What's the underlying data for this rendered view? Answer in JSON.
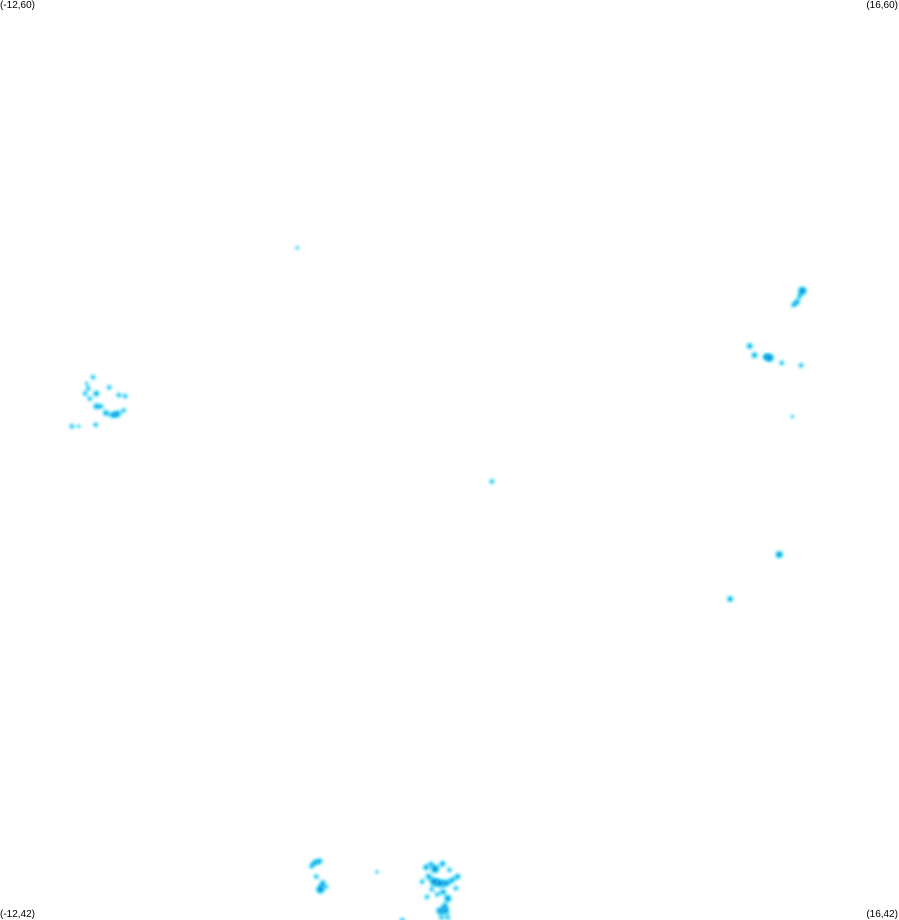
{
  "corners": {
    "top_left": "(-12,60)",
    "top_right": "(16,60)",
    "bottom_left": "(-12,42)",
    "bottom_right": "(16,42)"
  },
  "colors": {
    "background": "#ffffff",
    "low": "#aef4ff",
    "mid": "#3fd0f5",
    "high": "#0a8fd6"
  },
  "chart_data": {
    "type": "heatmap",
    "x_range": [
      -12,
      16
    ],
    "y_range": [
      42,
      60
    ],
    "points": [
      {
        "lon": -2.74,
        "lat": 55.15,
        "w": 1
      },
      {
        "lon": -9.1,
        "lat": 52.62,
        "w": 2
      },
      {
        "lon": -9.25,
        "lat": 52.4,
        "w": 2
      },
      {
        "lon": -9.0,
        "lat": 52.3,
        "w": 3
      },
      {
        "lon": -9.2,
        "lat": 52.2,
        "w": 2
      },
      {
        "lon": -9.35,
        "lat": 52.3,
        "w": 2
      },
      {
        "lon": -8.6,
        "lat": 52.42,
        "w": 2
      },
      {
        "lon": -8.3,
        "lat": 52.27,
        "w": 2
      },
      {
        "lon": -8.1,
        "lat": 52.25,
        "w": 2
      },
      {
        "lon": -9.0,
        "lat": 52.05,
        "w": 3
      },
      {
        "lon": -8.85,
        "lat": 52.05,
        "w": 2
      },
      {
        "lon": -8.7,
        "lat": 51.92,
        "w": 3
      },
      {
        "lon": -8.5,
        "lat": 51.88,
        "w": 3
      },
      {
        "lon": -8.35,
        "lat": 51.9,
        "w": 4
      },
      {
        "lon": -8.15,
        "lat": 51.97,
        "w": 2
      },
      {
        "lon": -9.02,
        "lat": 51.69,
        "w": 2
      },
      {
        "lon": -9.76,
        "lat": 51.66,
        "w": 2
      },
      {
        "lon": -9.55,
        "lat": 51.66,
        "w": 1
      },
      {
        "lon": -9.3,
        "lat": 52.5,
        "w": 1
      },
      {
        "lon": 3.32,
        "lat": 50.58,
        "w": 2
      },
      {
        "lon": 12.99,
        "lat": 54.31,
        "w": 5
      },
      {
        "lon": 12.9,
        "lat": 54.2,
        "w": 2
      },
      {
        "lon": 12.82,
        "lat": 54.09,
        "w": 3
      },
      {
        "lon": 12.71,
        "lat": 54.03,
        "w": 2
      },
      {
        "lon": 11.35,
        "lat": 53.23,
        "w": 3
      },
      {
        "lon": 11.5,
        "lat": 53.05,
        "w": 3
      },
      {
        "lon": 11.97,
        "lat": 53.0,
        "w": 5
      },
      {
        "lon": 11.85,
        "lat": 53.02,
        "w": 3
      },
      {
        "lon": 12.35,
        "lat": 52.9,
        "w": 2
      },
      {
        "lon": 12.95,
        "lat": 52.85,
        "w": 2
      },
      {
        "lon": 12.68,
        "lat": 51.85,
        "w": 1
      },
      {
        "lon": 12.27,
        "lat": 49.15,
        "w": 4
      },
      {
        "lon": 10.74,
        "lat": 48.28,
        "w": 3
      },
      {
        "lon": -2.2,
        "lat": 43.12,
        "w": 3
      },
      {
        "lon": -2.05,
        "lat": 43.15,
        "w": 3
      },
      {
        "lon": -2.3,
        "lat": 43.05,
        "w": 2
      },
      {
        "lon": -2.15,
        "lat": 42.85,
        "w": 2
      },
      {
        "lon": -1.95,
        "lat": 42.72,
        "w": 3
      },
      {
        "lon": -2.02,
        "lat": 42.6,
        "w": 5
      },
      {
        "lon": -1.82,
        "lat": 42.65,
        "w": 1
      },
      {
        "lon": -0.26,
        "lat": 42.94,
        "w": 1
      },
      {
        "lon": 1.27,
        "lat": 43.03,
        "w": 3
      },
      {
        "lon": 1.42,
        "lat": 43.1,
        "w": 2
      },
      {
        "lon": 1.55,
        "lat": 43.0,
        "w": 5
      },
      {
        "lon": 1.78,
        "lat": 43.1,
        "w": 3
      },
      {
        "lon": 2.0,
        "lat": 42.98,
        "w": 2
      },
      {
        "lon": 2.25,
        "lat": 42.85,
        "w": 3
      },
      {
        "lon": 1.35,
        "lat": 42.85,
        "w": 3
      },
      {
        "lon": 1.52,
        "lat": 42.75,
        "w": 5
      },
      {
        "lon": 1.7,
        "lat": 42.72,
        "w": 5
      },
      {
        "lon": 1.9,
        "lat": 42.72,
        "w": 4
      },
      {
        "lon": 2.08,
        "lat": 42.78,
        "w": 3
      },
      {
        "lon": 2.2,
        "lat": 42.62,
        "w": 2
      },
      {
        "lon": 1.8,
        "lat": 42.55,
        "w": 3
      },
      {
        "lon": 1.95,
        "lat": 42.42,
        "w": 4
      },
      {
        "lon": 1.62,
        "lat": 42.5,
        "w": 2
      },
      {
        "lon": 1.45,
        "lat": 42.6,
        "w": 2
      },
      {
        "lon": 1.85,
        "lat": 42.28,
        "w": 3
      },
      {
        "lon": 1.7,
        "lat": 42.18,
        "w": 4
      },
      {
        "lon": 1.88,
        "lat": 42.18,
        "w": 4
      },
      {
        "lon": 1.95,
        "lat": 42.05,
        "w": 2
      },
      {
        "lon": 1.75,
        "lat": 42.05,
        "w": 2
      },
      {
        "lon": 0.53,
        "lat": 42.0,
        "w": 2
      },
      {
        "lon": 1.3,
        "lat": 42.45,
        "w": 2
      },
      {
        "lon": 1.15,
        "lat": 42.75,
        "w": 2
      }
    ]
  }
}
